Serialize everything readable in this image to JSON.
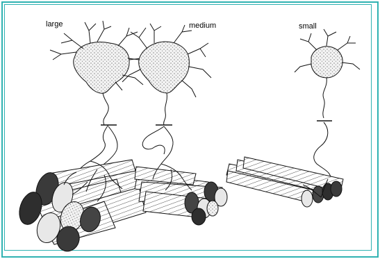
{
  "labels": {
    "large": "large",
    "medium": "medium",
    "small": "small"
  },
  "colors": {
    "frame": "#2fb2b2",
    "ink": "#000000",
    "fiber_dark": "#3a3a3a",
    "fiber_light": "#e8e8e8"
  }
}
